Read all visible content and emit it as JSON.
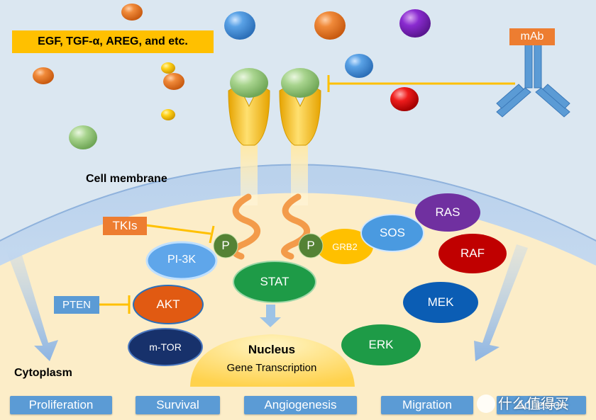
{
  "ligand_label": "EGF, TGF-α, AREG, and etc.",
  "antibody_label": "mAb",
  "membrane_label": "Cell membrane",
  "cytoplasm_label": "Cytoplasm",
  "inhibitors": {
    "tkis": "TKIs",
    "pten": "PTEN"
  },
  "phospho_label": "P",
  "proteins": {
    "grb2": "GRB2",
    "sos": "SOS",
    "ras": "RAS",
    "raf": "RAF",
    "mek": "MEK",
    "erk": "ERK",
    "pi3k": "PI-3K",
    "akt": "AKT",
    "mtor": "m-TOR",
    "stat": "STAT"
  },
  "nucleus": {
    "title": "Nucleus",
    "subtitle": "Gene Transcription"
  },
  "outcomes": [
    "Proliferation",
    "Survival",
    "Angiogenesis",
    "Migration",
    "Adhesion"
  ],
  "watermark": "什么值得买",
  "colors": {
    "background": "#dbe7f1",
    "cytoplasm": "#fcedc8",
    "accent_orange": "#ed7d31",
    "label_yellow": "#ffc000",
    "outcome_blue": "#5b9bd5"
  }
}
